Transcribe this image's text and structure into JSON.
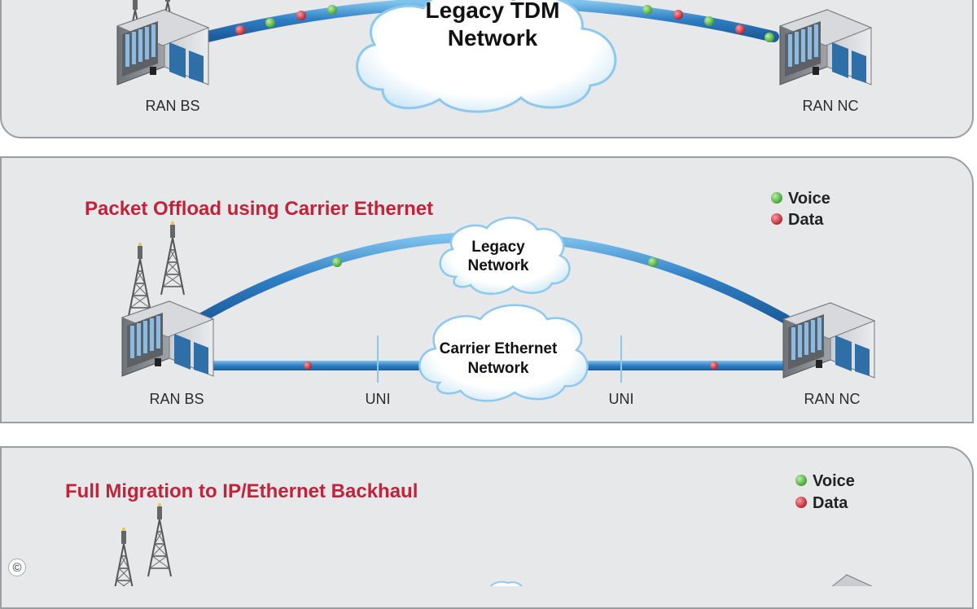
{
  "panel1": {
    "cloud_line1": "Legacy TDM",
    "cloud_line2": "Network",
    "left_label": "RAN BS",
    "right_label": "RAN NC"
  },
  "panel2": {
    "title": "Packet Offload using Carrier Ethernet",
    "legend_voice": "Voice",
    "legend_data": "Data",
    "legacy_cloud_line1": "Legacy",
    "legacy_cloud_line2": "Network",
    "ce_cloud_line1": "Carrier Ethernet",
    "ce_cloud_line2": "Network",
    "left_label": "RAN BS",
    "uni_left": "UNI",
    "uni_right": "UNI",
    "right_label": "RAN NC"
  },
  "panel3": {
    "title": "Full Migration to IP/Ethernet Backhaul",
    "legend_voice": "Voice",
    "legend_data": "Data"
  },
  "copyright_symbol": "©",
  "colors": {
    "voice": "#5fb84a",
    "data": "#d8343f",
    "link": "#2f7fc4",
    "title": "#c0233a"
  }
}
